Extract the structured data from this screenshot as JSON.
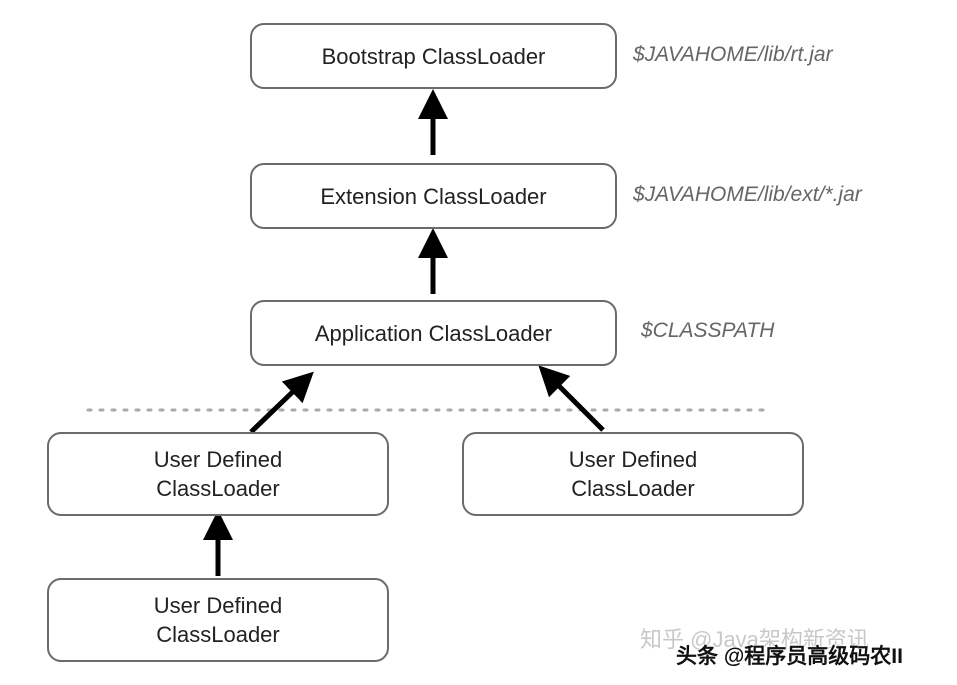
{
  "loaders": {
    "bootstrap": {
      "label": "Bootstrap ClassLoader",
      "path": "$JAVAHOME/lib/rt.jar"
    },
    "extension": {
      "label": "Extension ClassLoader",
      "path": "$JAVAHOME/lib/ext/*.jar"
    },
    "application": {
      "label": "Application ClassLoader",
      "path": "$CLASSPATH"
    },
    "user_left": {
      "line1": "User Defined",
      "line2": "ClassLoader"
    },
    "user_right": {
      "line1": "User Defined",
      "line2": "ClassLoader"
    },
    "user_bottom": {
      "line1": "User Defined",
      "line2": "ClassLoader"
    }
  },
  "watermarks": {
    "faint": "知乎 @Java架构新资讯",
    "main": "头条 @程序员高级码农II"
  },
  "colors": {
    "box_border": "#6b6b6b",
    "arrow": "#000000",
    "path_text": "#666666",
    "divider": "#aaaaaa"
  }
}
